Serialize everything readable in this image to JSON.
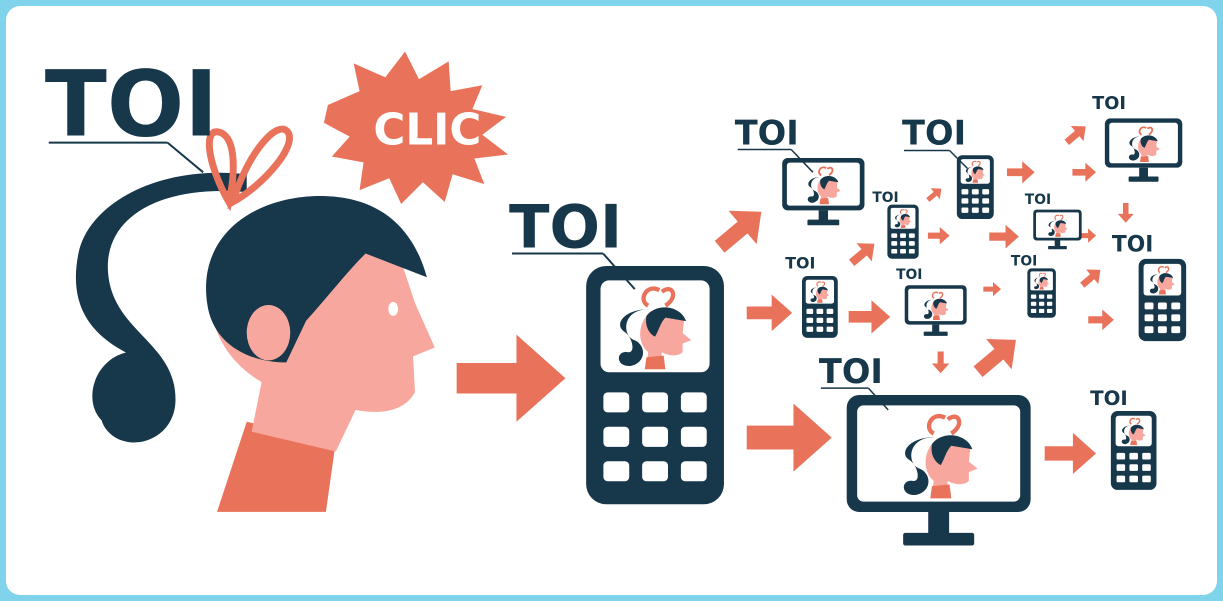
{
  "labels": {
    "main": "TOI",
    "small": "TOI"
  },
  "burst_text": "CLIC",
  "colors": {
    "frame_border": "#7fd3ea",
    "background": "#ffffff",
    "dark": "#17374a",
    "accent": "#e8735a",
    "skin": "#f7a79d"
  }
}
